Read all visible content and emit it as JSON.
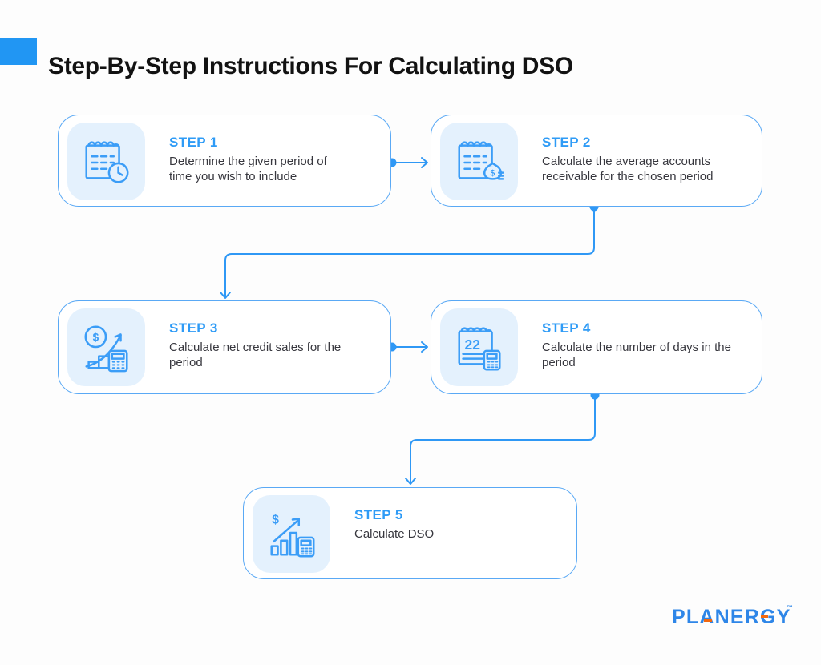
{
  "title": "Step-By-Step Instructions For Calculating DSO",
  "colors": {
    "accent_blue": "#2f98f5",
    "title_square": "#2196f3",
    "card_border": "#5aa9f5",
    "icon_tile_bg": "#e4f1fd",
    "step_label": "#2e9bf6",
    "body_text": "#37373e",
    "logo_blue": "#2e86e8",
    "logo_orange": "#f2680f"
  },
  "steps": [
    {
      "label": "STEP 1",
      "description": "Determine the given period of time you wish to include",
      "icon": "calendar-clock-icon"
    },
    {
      "label": "STEP 2",
      "description": "Calculate the average accounts receivable for the chosen period",
      "icon": "calendar-moneybag-icon"
    },
    {
      "label": "STEP 3",
      "description": "Calculate net credit sales for the period",
      "icon": "coin-growth-calculator-icon"
    },
    {
      "label": "STEP 4",
      "description": "Calculate the number of days in the period",
      "icon": "calendar-days-calculator-icon"
    },
    {
      "label": "STEP 5",
      "description": "Calculate DSO",
      "icon": "chart-growth-calculator-icon"
    }
  ],
  "logo": {
    "text": "PLANERGY",
    "trademark": "™"
  }
}
